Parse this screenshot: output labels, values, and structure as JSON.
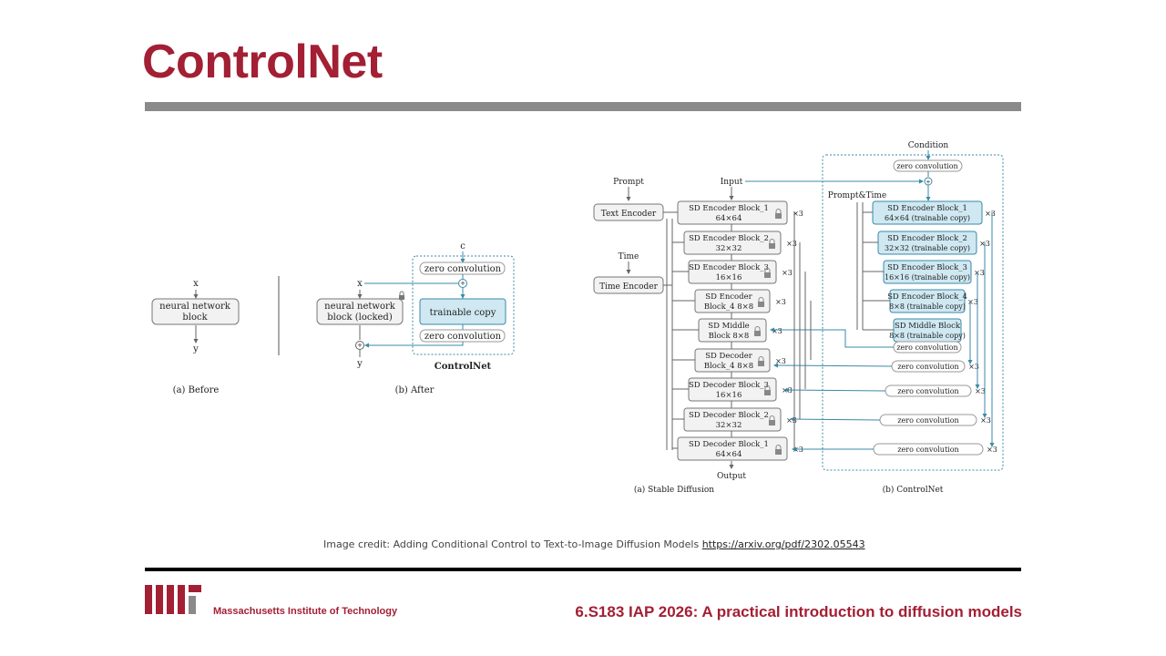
{
  "slide": {
    "title": "ControlNet",
    "credit_text": "Image credit: Adding Conditional Control to Text-to-Image Diffusion Models ",
    "credit_link": "https://arxiv.org/pdf/2302.05543",
    "footer_course": "6.S183 IAP 2026: A practical introduction to diffusion models",
    "footer_institution": "Massachusetts Institute of Technology",
    "accent_color": "#a31f34"
  },
  "left_fig": {
    "before": {
      "x": "x",
      "block": [
        "neural network",
        "block"
      ],
      "y": "y",
      "caption": "(a) Before"
    },
    "after": {
      "x": "x",
      "block": [
        "neural network",
        "block (locked)"
      ],
      "y": "y",
      "c": "c",
      "zero_top": "zero convolution",
      "trainable": "trainable copy",
      "zero_bottom": "zero convolution",
      "controlnet": "ControlNet",
      "caption": "(b) After"
    }
  },
  "right_fig": {
    "prompt": "Prompt",
    "text_encoder": "Text Encoder",
    "time": "Time",
    "time_encoder": "Time Encoder",
    "input": "Input",
    "output": "Output",
    "condition": "Condition",
    "zero_conv": "zero convolution",
    "prompt_time": "Prompt&Time",
    "caption_sd": "(a) Stable Diffusion",
    "caption_cn": "(b) ControlNet",
    "times3": "×3",
    "sd_blocks": [
      [
        "SD Encoder Block_1",
        "64×64"
      ],
      [
        "SD Encoder Block_2",
        "32×32"
      ],
      [
        "SD Encoder Block_3",
        "16×16"
      ],
      [
        "SD Encoder",
        "Block_4 8×8"
      ],
      [
        "SD Middle",
        "Block 8×8"
      ],
      [
        "SD Decoder",
        "Block_4 8×8"
      ],
      [
        "SD Decoder Block_3",
        "16×16"
      ],
      [
        "SD Decoder Block_2",
        "32×32"
      ],
      [
        "SD Decoder Block_1",
        "64×64"
      ]
    ],
    "cn_blocks": [
      [
        "SD Encoder Block_1",
        "64×64 (trainable copy)"
      ],
      [
        "SD Encoder Block_2",
        "32×32 (trainable copy)"
      ],
      [
        "SD Encoder Block_3",
        "16×16 (trainable copy)"
      ],
      [
        "SD Encoder Block_4",
        "8×8 (trainable copy)"
      ],
      [
        "SD Middle Block",
        "8×8 (trainable copy)"
      ]
    ]
  }
}
